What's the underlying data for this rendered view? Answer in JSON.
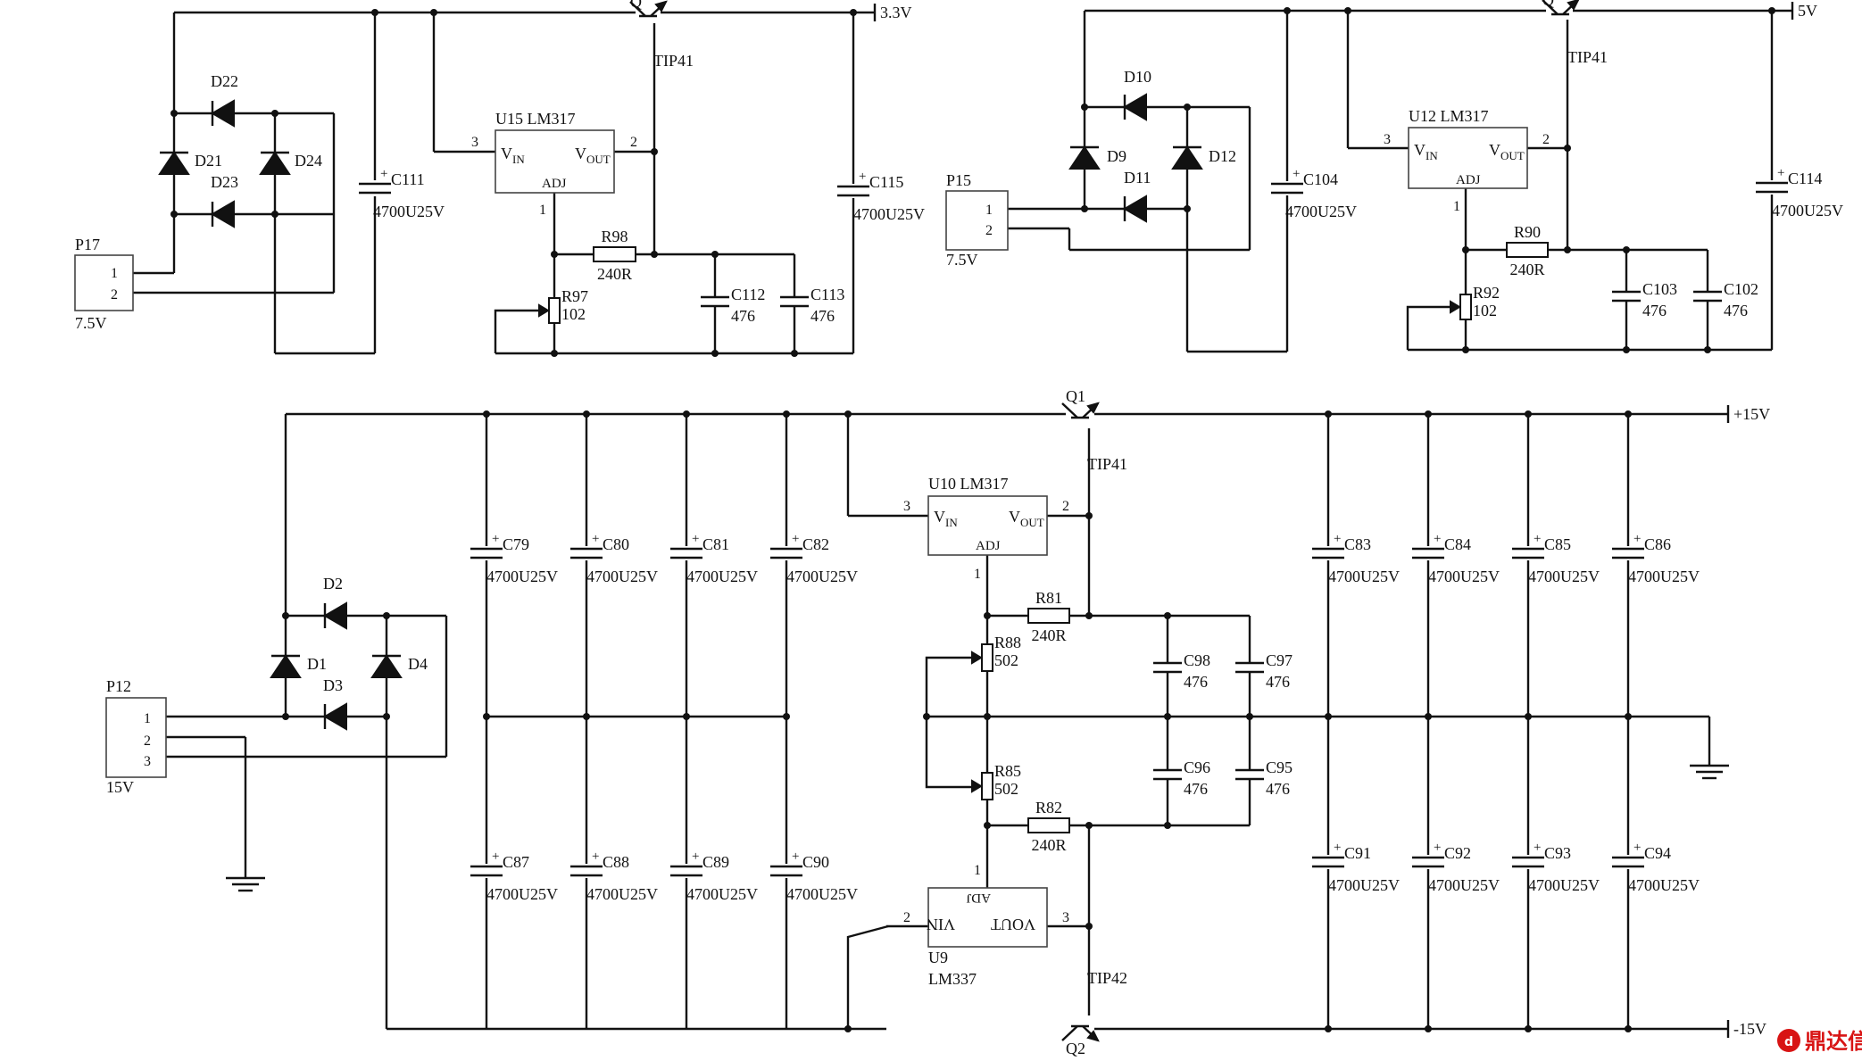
{
  "circuits": [
    {
      "id": "rail-3v3",
      "connector": {
        "ref": "P17",
        "pins": [
          "1",
          "2"
        ],
        "voltage": "7.5V"
      },
      "diodes": [
        "D21",
        "D22",
        "D23",
        "D24"
      ],
      "regulator": {
        "ref": "U15",
        "part": "LM317",
        "vin": "V",
        "vin_sub": "IN",
        "vout": "V",
        "vout_sub": "OUT",
        "adj": "ADJ",
        "pin_in": "3",
        "pin_out": "2",
        "pin_adj": "1"
      },
      "transistor": {
        "ref": "Q",
        "part": "TIP41"
      },
      "output": "3.3V",
      "resistor": {
        "ref": "R98",
        "value": "240R"
      },
      "pot": {
        "ref": "R97",
        "value": "102"
      },
      "caps": [
        {
          "ref": "C111",
          "value": "4700U25V"
        },
        {
          "ref": "C112",
          "value": "476"
        },
        {
          "ref": "C113",
          "value": "476"
        },
        {
          "ref": "C115",
          "value": "4700U25V"
        }
      ]
    },
    {
      "id": "rail-5v",
      "connector": {
        "ref": "P15",
        "pins": [
          "1",
          "2"
        ],
        "voltage": "7.5V"
      },
      "diodes": [
        "D9",
        "D10",
        "D11",
        "D12"
      ],
      "regulator": {
        "ref": "U12",
        "part": "LM317",
        "vin": "V",
        "vin_sub": "IN",
        "vout": "V",
        "vout_sub": "OUT",
        "adj": "ADJ",
        "pin_in": "3",
        "pin_out": "2",
        "pin_adj": "1"
      },
      "transistor": {
        "ref": "Q",
        "part": "TIP41"
      },
      "output": "5V",
      "resistor": {
        "ref": "R90",
        "value": "240R"
      },
      "pot": {
        "ref": "R92",
        "value": "102"
      },
      "caps": [
        {
          "ref": "C104",
          "value": "4700U25V"
        },
        {
          "ref": "C103",
          "value": "476"
        },
        {
          "ref": "C102",
          "value": "476"
        },
        {
          "ref": "C114",
          "value": "4700U25V"
        }
      ]
    },
    {
      "id": "rail-15v",
      "connector": {
        "ref": "P12",
        "pins": [
          "1",
          "2",
          "3"
        ],
        "voltage": "15V"
      },
      "diodes": [
        "D1",
        "D2",
        "D3",
        "D4"
      ],
      "reg_pos": {
        "ref": "U10",
        "part": "LM317",
        "vin": "V",
        "vin_sub": "IN",
        "vout": "V",
        "vout_sub": "OUT",
        "adj": "ADJ",
        "pin_in": "3",
        "pin_out": "2",
        "pin_adj": "1"
      },
      "reg_neg": {
        "ref": "U9",
        "part": "LM337",
        "vin": "V",
        "vin_sub": "IN",
        "vout": "V",
        "vout_sub": "OUT",
        "adj": "ADJ",
        "pin_in": "2",
        "pin_out": "3",
        "pin_adj": "1"
      },
      "q_pos": {
        "ref": "Q1",
        "part": "TIP41"
      },
      "q_neg": {
        "ref": "Q2",
        "part": "TIP42"
      },
      "out_pos": "+15V",
      "out_neg": "-15V",
      "resistors": [
        {
          "ref": "R81",
          "value": "240R"
        },
        {
          "ref": "R82",
          "value": "240R"
        }
      ],
      "pots": [
        {
          "ref": "R88",
          "value": "502"
        },
        {
          "ref": "R85",
          "value": "502"
        }
      ],
      "small_caps": [
        {
          "ref": "C98",
          "value": "476"
        },
        {
          "ref": "C97",
          "value": "476"
        },
        {
          "ref": "C96",
          "value": "476"
        },
        {
          "ref": "C95",
          "value": "476"
        }
      ],
      "input_caps_top": [
        {
          "ref": "C79",
          "value": "4700U25V"
        },
        {
          "ref": "C80",
          "value": "4700U25V"
        },
        {
          "ref": "C81",
          "value": "4700U25V"
        },
        {
          "ref": "C82",
          "value": "4700U25V"
        }
      ],
      "input_caps_bottom": [
        {
          "ref": "C87",
          "value": "4700U25V"
        },
        {
          "ref": "C88",
          "value": "4700U25V"
        },
        {
          "ref": "C89",
          "value": "4700U25V"
        },
        {
          "ref": "C90",
          "value": "4700U25V"
        }
      ],
      "output_caps_top": [
        {
          "ref": "C83",
          "value": "4700U25V"
        },
        {
          "ref": "C84",
          "value": "4700U25V"
        },
        {
          "ref": "C85",
          "value": "4700U25V"
        },
        {
          "ref": "C86",
          "value": "4700U25V"
        }
      ],
      "output_caps_bottom": [
        {
          "ref": "C91",
          "value": "4700U25V"
        },
        {
          "ref": "C92",
          "value": "4700U25V"
        },
        {
          "ref": "C93",
          "value": "4700U25V"
        },
        {
          "ref": "C94",
          "value": "4700U25V"
        }
      ]
    }
  ],
  "watermark": {
    "text": "鼎达信",
    "icon": "brand-logo-icon",
    "color": "#d81414"
  }
}
